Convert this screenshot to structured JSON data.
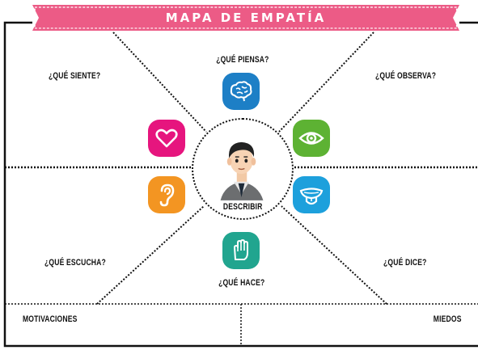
{
  "banner": {
    "title": "MAPA DE EMPATÍA"
  },
  "center": {
    "label": "DESCRIBIR"
  },
  "quadrants": {
    "piensa": "¿QUÉ PIENSA?",
    "siente": "¿QUÉ SIENTE?",
    "observa": "¿QUÉ OBSERVA?",
    "escucha": "¿QUÉ ESCUCHA?",
    "dice": "¿QUÉ DICE?",
    "hace": "¿QUÉ HACE?"
  },
  "footer": {
    "left": "MOTIVACIONES",
    "right": "MIEDOS"
  },
  "icons": [
    {
      "name": "brain-icon",
      "color": "#1d7fc6"
    },
    {
      "name": "heart-icon",
      "color": "#e6157e"
    },
    {
      "name": "eye-icon",
      "color": "#5db233"
    },
    {
      "name": "ear-icon",
      "color": "#f39522"
    },
    {
      "name": "mouth-tongue-icon",
      "color": "#1da0dc"
    },
    {
      "name": "hand-icon",
      "color": "#21a58f"
    }
  ],
  "colors": {
    "banner": "#ec5b86",
    "line": "#111111"
  }
}
